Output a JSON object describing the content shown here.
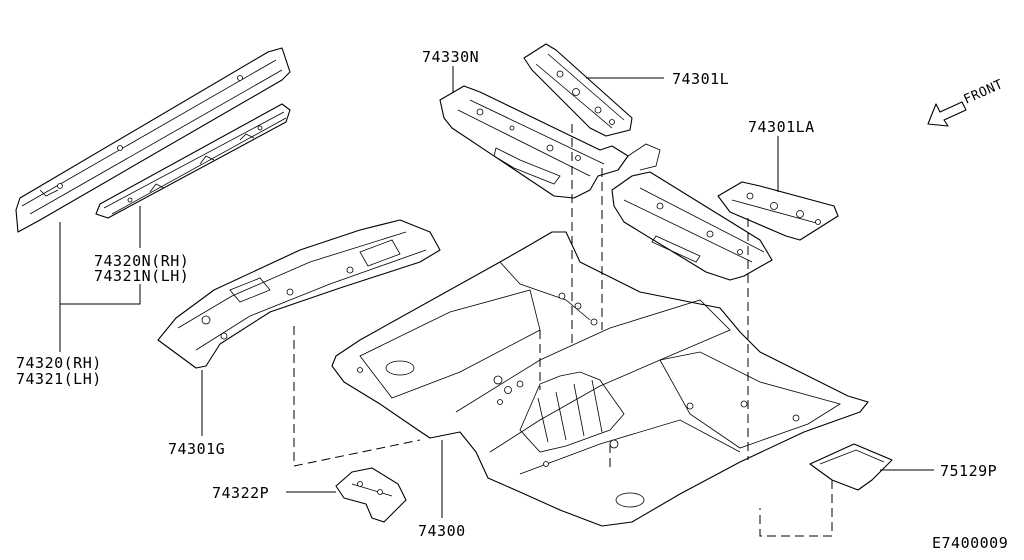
{
  "diagram": {
    "code": "E7400009",
    "direction_label": "FRONT",
    "parts": [
      {
        "id": "p74330n",
        "lines": [
          "74330N"
        ]
      },
      {
        "id": "p74301l",
        "lines": [
          "74301L"
        ]
      },
      {
        "id": "p74301la",
        "lines": [
          "74301LA"
        ]
      },
      {
        "id": "p74320n",
        "lines": [
          "74320N(RH)",
          "74321N(LH)"
        ]
      },
      {
        "id": "p74320",
        "lines": [
          "74320(RH)",
          "74321(LH)"
        ]
      },
      {
        "id": "p74301g",
        "lines": [
          "74301G"
        ]
      },
      {
        "id": "p74322p",
        "lines": [
          "74322P"
        ]
      },
      {
        "id": "p74300",
        "lines": [
          "74300"
        ]
      },
      {
        "id": "p75129p",
        "lines": [
          "75129P"
        ]
      }
    ]
  }
}
